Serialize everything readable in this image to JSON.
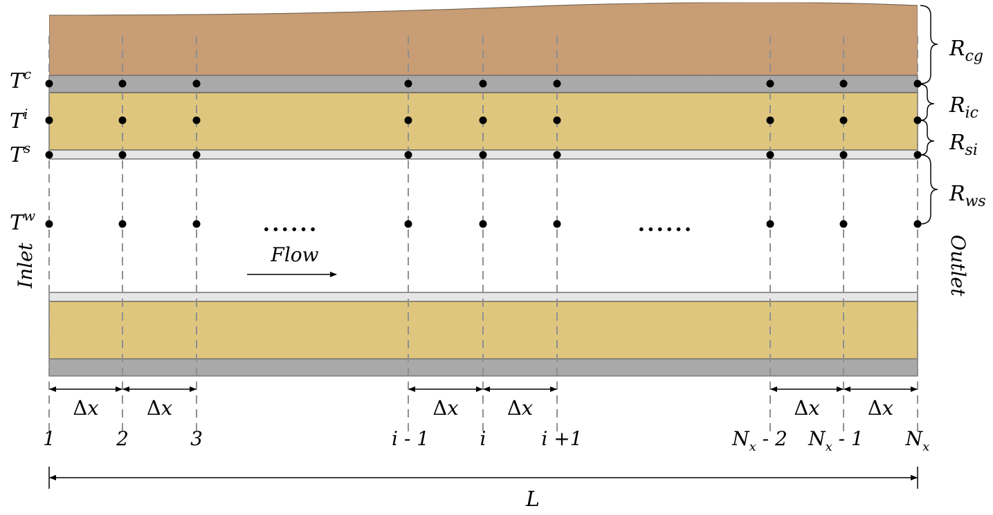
{
  "colors": {
    "soil": "#c99c73",
    "casing": "#a9a9a9",
    "insulation": "#dfc67e",
    "steel": "#e6e6e6",
    "node": "#000000",
    "gridline": "#8f8f8f"
  },
  "temperature_labels": {
    "casing": {
      "base": "T",
      "sup": "c"
    },
    "insulation": {
      "base": "T",
      "sup": "i"
    },
    "steel": {
      "base": "T",
      "sup": "s"
    },
    "water": {
      "base": "T",
      "sup": "w"
    }
  },
  "resistance_labels": [
    {
      "base": "R",
      "sub": "cg"
    },
    {
      "base": "R",
      "sub": "ic"
    },
    {
      "base": "R",
      "sub": "si"
    },
    {
      "base": "R",
      "sub": "ws"
    }
  ],
  "ellipsis": "......",
  "flow_label": "Flow",
  "inlet_label": "Inlet",
  "outlet_label": "Outlet",
  "delta_label": "Δx",
  "node_labels": [
    {
      "base": "1",
      "sub": "",
      "tail": ""
    },
    {
      "base": "2",
      "sub": "",
      "tail": ""
    },
    {
      "base": "3",
      "sub": "",
      "tail": ""
    },
    {
      "base": "i - 1",
      "sub": "",
      "tail": ""
    },
    {
      "base": "i",
      "sub": "",
      "tail": ""
    },
    {
      "base": "i +1",
      "sub": "",
      "tail": ""
    },
    {
      "base": "N",
      "sub": "x",
      "tail": " - 2"
    },
    {
      "base": "N",
      "sub": "x",
      "tail": " - 1"
    },
    {
      "base": "N",
      "sub": "x",
      "tail": ""
    }
  ],
  "length_label": "L"
}
